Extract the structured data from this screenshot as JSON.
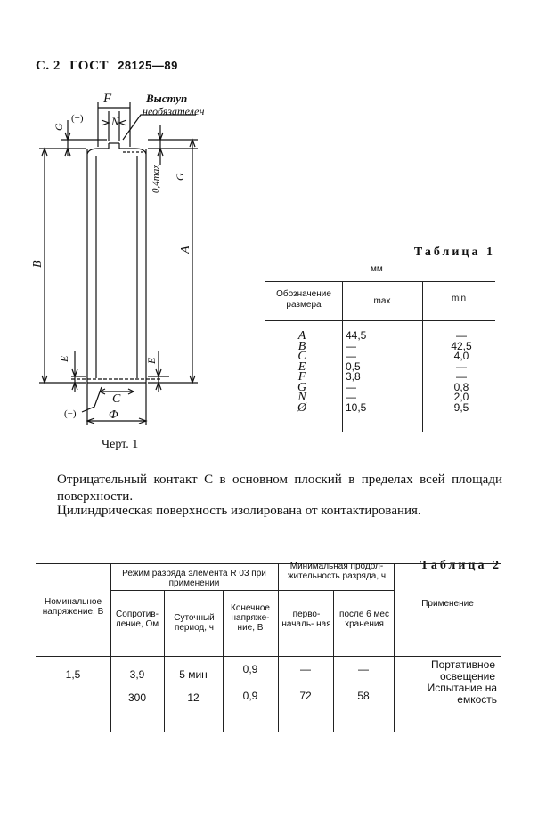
{
  "header": {
    "page": "С. 2",
    "gost": "ГОСТ",
    "number": "28125—89"
  },
  "drawing": {
    "labels": {
      "F": "F",
      "N": "N",
      "plus": "(+)",
      "minus": "(−)",
      "G_left": "G",
      "G_right": "G",
      "B": "B",
      "A": "A",
      "E_left": "E",
      "E_right": "E",
      "C": "C",
      "phi": "Φ",
      "max04": "0,4max",
      "callout_line1": "Выступ",
      "callout_line2": "необязателен"
    },
    "caption": "Черт. 1"
  },
  "table1": {
    "title": "Таблица 1",
    "unit": "мм",
    "headers": {
      "designation": "Обозначение размера",
      "max": "max",
      "min": "min"
    },
    "rows": [
      {
        "name": "A",
        "max": "44,5",
        "min": "—"
      },
      {
        "name": "B",
        "max": "—",
        "min": "42,5"
      },
      {
        "name": "C",
        "max": "—",
        "min": "4,0"
      },
      {
        "name": "E",
        "max": "0,5",
        "min": "—"
      },
      {
        "name": "F",
        "max": "3,8",
        "min": "—"
      },
      {
        "name": "G",
        "max": "—",
        "min": "0,8"
      },
      {
        "name": "N",
        "max": "—",
        "min": "2,0"
      },
      {
        "name": "Ø",
        "max": "10,5",
        "min": "9,5"
      }
    ]
  },
  "paragraphs": {
    "p1": "Отрицательный контакт C в основном плоский в пределах всей площади поверхности.",
    "p2": "Цилиндрическая поверхность изолирована от контактирования."
  },
  "table2": {
    "title": "Таблица 2",
    "headers": {
      "nominal_voltage": "Номинальное напряжение, В",
      "discharge_mode": "Режим разряда элемента R 03 при применении",
      "resistance": "Сопротив- ление, Ом",
      "daily_period": "Суточный период, ч",
      "end_voltage": "Конечное напряже- ние, В",
      "min_duration": "Минимальная продол- жительность разряда, ч",
      "initial": "перво- началь- ная",
      "after6": "после 6 мес хранения",
      "application": "Применение"
    },
    "rows": [
      {
        "voltage": "1,5",
        "resistance": "3,9",
        "period": "5 мин",
        "end_voltage": "0,9",
        "initial": "—",
        "after6": "—",
        "application": "Портативное освещение"
      },
      {
        "voltage": "",
        "resistance": "300",
        "period": "12",
        "end_voltage": "0,9",
        "initial": "72",
        "after6": "58",
        "application": "Испытание на емкость"
      }
    ]
  }
}
